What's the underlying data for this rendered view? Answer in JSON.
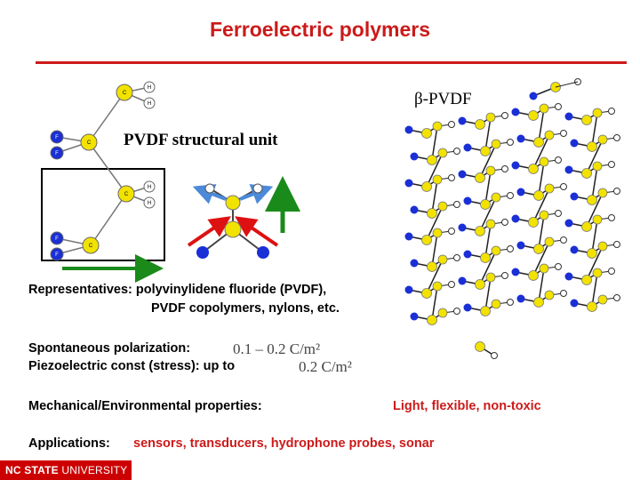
{
  "slide": {
    "title": "Ferroelectric polymers",
    "beta_label": "β-PVDF",
    "unit_label": "PVDF structural unit",
    "representatives_line1": "Representatives: polyvinylidene fluoride (PVDF),",
    "representatives_line2": "PVDF copolymers, nylons, etc.",
    "polarization_label": "Spontaneous polarization:",
    "polarization_value": "0.1 – 0.2  C/m²",
    "piezo_label": "Piezoelectric const (stress):  up to",
    "piezo_value": "0.2  C/m²",
    "mechanical_label": "Mechanical/Environmental properties:",
    "mechanical_value": "Light, flexible, non-toxic",
    "applications_label": "Applications:",
    "applications_value": "sensors, transducers, hydrophone probes, sonar",
    "footer_bold": "NC STATE",
    "footer_rest": " UNIVERSITY"
  },
  "molecule_labels": {
    "carbon": "C",
    "hydrogen": "H",
    "fluorine": "F"
  },
  "colors": {
    "accent_red": "#cc1a1a",
    "carbon_yellow": "#f2e200",
    "fluorine_blue": "#1a2fd6",
    "arrow_green": "#1a8a1a",
    "arrow_red": "#dd1111",
    "arrow_blue": "#4a8ad8"
  }
}
